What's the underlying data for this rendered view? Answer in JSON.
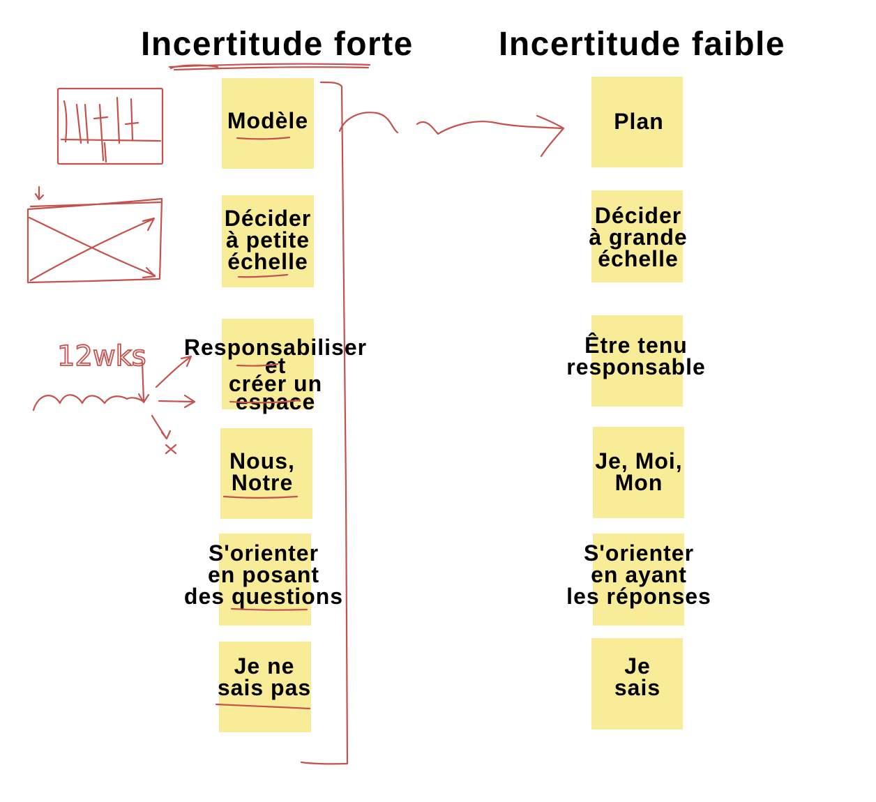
{
  "headings": {
    "strong": "Incertitude forte",
    "weak": "Incertitude faible"
  },
  "strong_notes": [
    {
      "lines": [
        "Modèle"
      ]
    },
    {
      "lines": [
        "Décider",
        "à petite",
        "échelle"
      ]
    },
    {
      "lines": [
        "Responsabiliser",
        "et",
        "créer un",
        "espace"
      ]
    },
    {
      "lines": [
        "Nous,",
        "Notre"
      ]
    },
    {
      "lines": [
        "S'orienter",
        "en posant",
        "des questions"
      ]
    },
    {
      "lines": [
        "Je ne",
        "sais pas"
      ]
    }
  ],
  "weak_notes": [
    {
      "lines": [
        "Plan"
      ]
    },
    {
      "lines": [
        "Décider",
        "à grande",
        "échelle"
      ]
    },
    {
      "lines": [
        "Être tenu",
        "responsable"
      ]
    },
    {
      "lines": [
        "Je, Moi,",
        "Mon"
      ]
    },
    {
      "lines": [
        "S'orienter",
        "en ayant",
        "les réponses"
      ]
    },
    {
      "lines": [
        "Je",
        "sais"
      ]
    }
  ],
  "sketch": {
    "handwritten": "12wks",
    "mark": "x"
  },
  "colors": {
    "sticky_note": "#f9ec98",
    "ink": "#c6504c",
    "text": "#000000"
  }
}
